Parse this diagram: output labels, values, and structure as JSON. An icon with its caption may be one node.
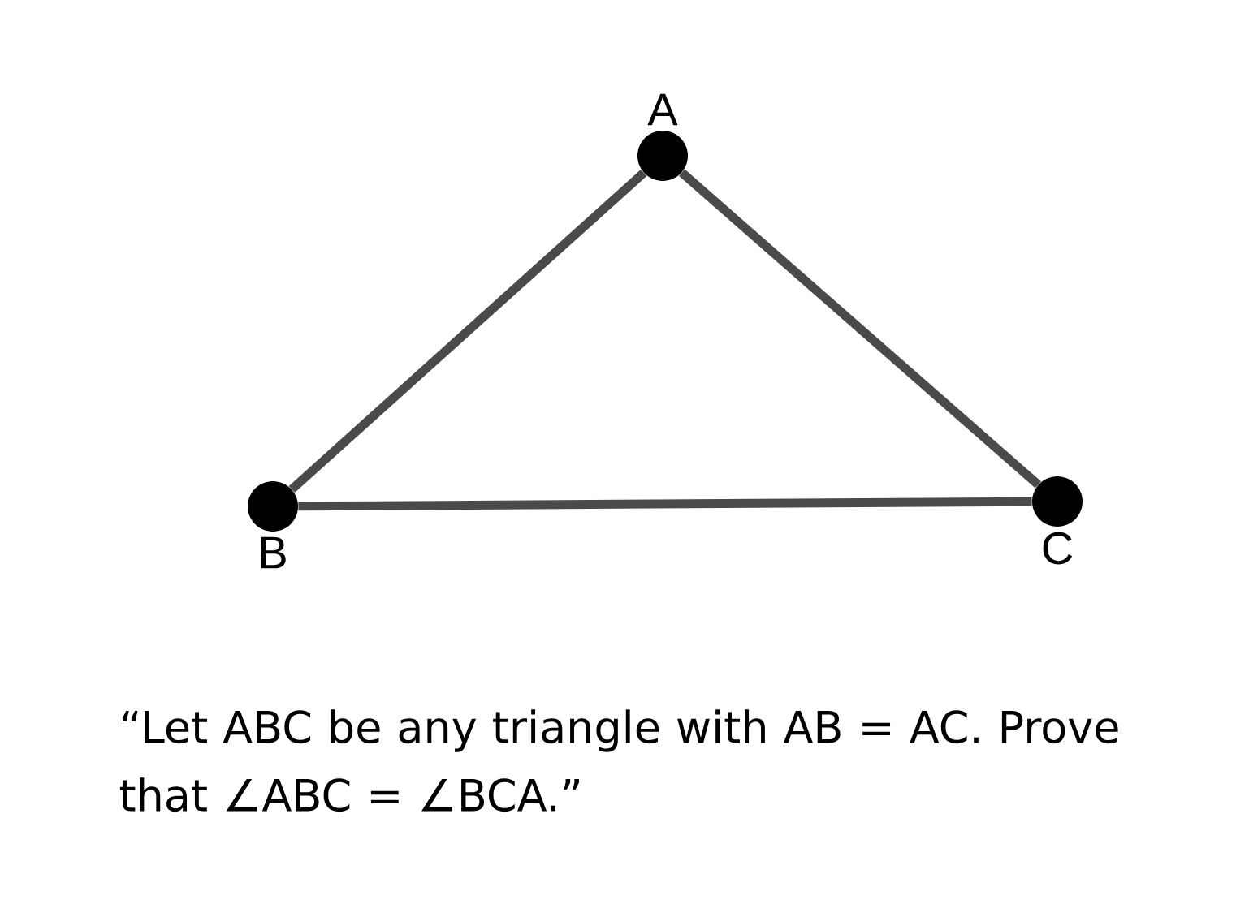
{
  "diagram": {
    "caption": "“Let ABC be any triangle with AB = AC. Prove that ∠ABC = ∠BCA.”",
    "nodes": [
      {
        "text": [
          "A"
        ]
      },
      {
        "text": [
          "B"
        ]
      },
      {
        "text": [
          "C"
        ]
      }
    ],
    "edges": [
      {
        "from": 0,
        "to": 1,
        "arrow": "none"
      },
      {
        "from": 1,
        "to": 2,
        "arrow": "none"
      },
      {
        "from": 2,
        "to": 0,
        "arrow": "none"
      }
    ]
  }
}
